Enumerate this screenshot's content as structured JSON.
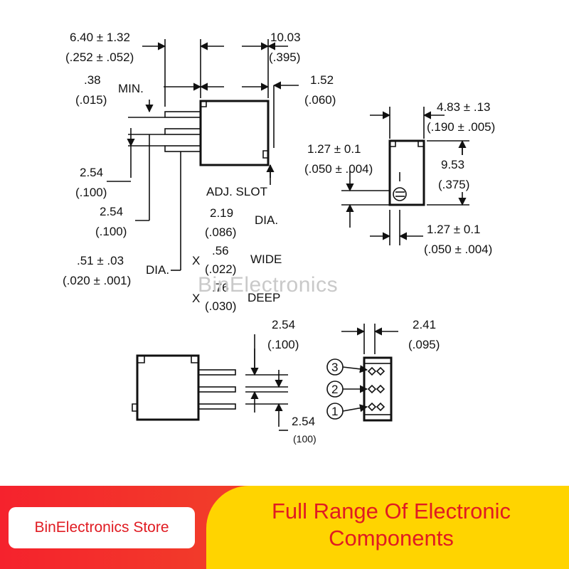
{
  "dims": {
    "d1": "6.40 ± 1.32",
    "d1b": "(.252 ± .052)",
    "d2": "10.03",
    "d2b": "(.395)",
    "d3": ".38",
    "d3b": "(.015)",
    "min": "MIN.",
    "d4": "1.52",
    "d4b": "(.060)",
    "d5": "2.54",
    "d5b": "(.100)",
    "d6": "2.54",
    "d6b": "(.100)",
    "adj": "ADJ. SLOT",
    "d7": "2.19",
    "d7b": "(.086)",
    "dia1": "DIA.",
    "d8": ".51 ± .03",
    "d8b": "(.020 ± .001)",
    "dia2": "DIA.",
    "x1": "X",
    "d9": ".56",
    "d9b": "(.022)",
    "wide": "WIDE",
    "x2": "X",
    "d10": ".76",
    "d10b": "(.030)",
    "deep": "DEEP",
    "s1": "4.83 ± .13",
    "s1b": "(.190 ± .005)",
    "s2": "1.27 ± 0.1",
    "s2b": "(.050 ± .004)",
    "s3": "9.53",
    "s3b": "(.375)",
    "s4": "1.27 ± 0.1",
    "s4b": "(.050 ± .004)",
    "b1": "2.54",
    "b1b": "(.100)",
    "b2": "2.54",
    "b2b": "(100)",
    "b3": "2.41",
    "b3b": "(.095)",
    "p3": "3",
    "p2": "2",
    "p1": "1"
  },
  "watermark": "BinElectronics",
  "footer": {
    "store": "BinElectronics Store",
    "tagline_line1": "Full Range Of Electronic",
    "tagline_line2": "Components"
  },
  "colors": {
    "red": "#f5222d",
    "yellow": "#ffd400",
    "text_red": "#e01b22"
  }
}
